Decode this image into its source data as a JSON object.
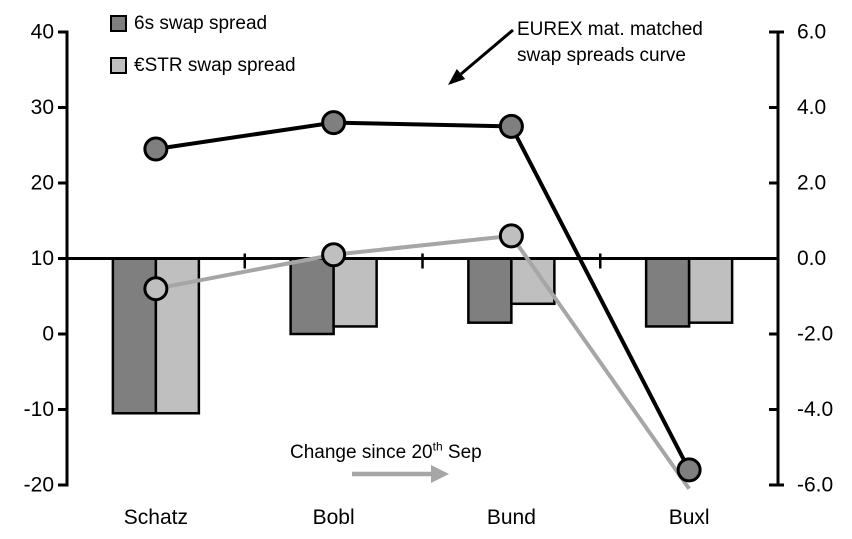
{
  "colors": {
    "black": "#000000",
    "gray_line": "#a6a6a6",
    "dark_gray": "#7f7f7f",
    "light_gray": "#bfbfbf",
    "background": "#ffffff"
  },
  "legend": {
    "items": [
      {
        "label": "6s swap spread",
        "color": "#7f7f7f"
      },
      {
        "label": "€STR swap spread",
        "color": "#bfbfbf"
      }
    ]
  },
  "annotation": {
    "line1": "EUREX mat. matched",
    "line2": "swap spreads curve"
  },
  "change_note": {
    "prefix": "Change since 20",
    "sup": "th",
    "suffix": " Sep"
  },
  "chart_data": {
    "type": "bar",
    "subtype": "combo-bar-line-dual-axis",
    "categories": [
      "Schatz",
      "Bobl",
      "Bund",
      "Buxl"
    ],
    "bar_series": [
      {
        "name": "6s swap spread (change since 20th Sep)",
        "axis": "right",
        "color": "#7f7f7f",
        "values": [
          -4.1,
          -2.0,
          -1.7,
          -1.8
        ]
      },
      {
        "name": "€STR swap spread (change since 20th Sep)",
        "axis": "right",
        "color": "#bfbfbf",
        "values": [
          -4.1,
          -1.8,
          -1.2,
          -1.7
        ]
      }
    ],
    "line_series": [
      {
        "name": "6s swap spread curve",
        "axis": "left",
        "color": "#000000",
        "marker_fill": "#7f7f7f",
        "values": [
          24.5,
          28.0,
          27.5,
          -18.0
        ],
        "markers": [
          true,
          true,
          true,
          true
        ]
      },
      {
        "name": "€STR swap spread curve",
        "axis": "left",
        "color": "#a6a6a6",
        "marker_fill": "#bfbfbf",
        "values": [
          6.0,
          10.5,
          13.0,
          -20.5
        ],
        "markers": [
          true,
          true,
          true,
          false
        ]
      }
    ],
    "left_axis": {
      "min": -20,
      "max": 40,
      "tick_labels": [
        "40",
        "30",
        "20",
        "10",
        "0",
        "-10",
        "-20"
      ]
    },
    "right_axis": {
      "min": -6,
      "max": 6,
      "tick_labels": [
        "6.0",
        "4.0",
        "2.0",
        "0.0",
        "-2.0",
        "-4.0",
        "-6.0"
      ]
    },
    "bar_baseline_right_value": 0.0,
    "grid": false,
    "legend_position": "top-left",
    "title": ""
  }
}
